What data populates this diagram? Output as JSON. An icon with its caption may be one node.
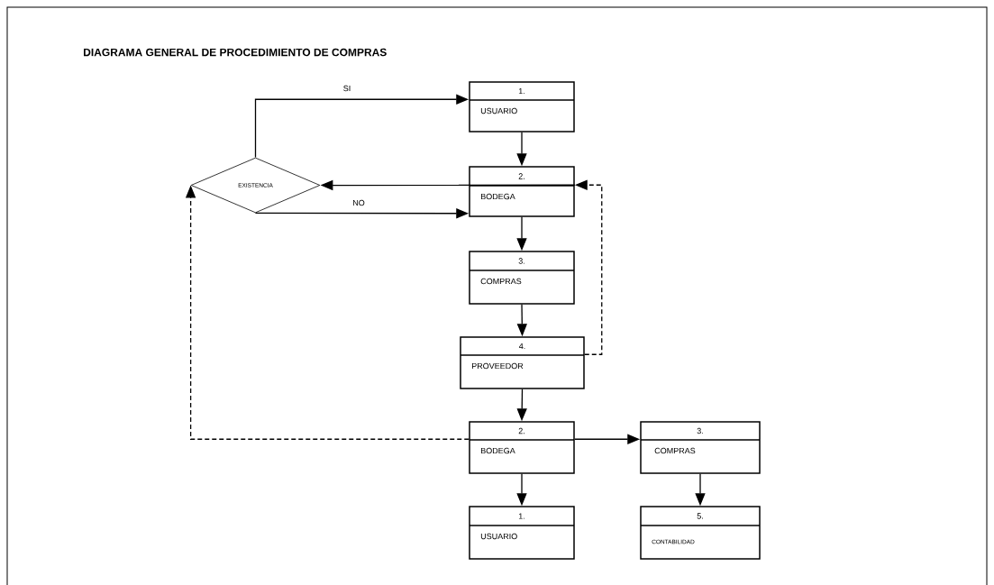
{
  "diagram": {
    "title": "DIAGRAMA GENERAL DE PROCEDIMIENTO DE COMPRAS",
    "nodes": [
      {
        "text": [
          "EXISTENCIA"
        ]
      },
      {
        "text": [
          "1.",
          "USUARIO"
        ]
      },
      {
        "text": [
          "2.",
          "BODEGA"
        ]
      },
      {
        "text": [
          "3.",
          "COMPRAS"
        ]
      },
      {
        "text": [
          "4.",
          "PROVEEDOR"
        ]
      },
      {
        "text": [
          "2.",
          "BODEGA"
        ]
      },
      {
        "text": [
          "3.",
          "COMPRAS"
        ]
      },
      {
        "text": [
          "1.",
          "USUARIO"
        ]
      },
      {
        "text": [
          "5.",
          "CONTABILIDAD"
        ]
      }
    ],
    "edges": [
      {
        "from": 0,
        "to": 1,
        "arrow": "to",
        "label": "SI"
      },
      {
        "from": 2,
        "to": 0,
        "arrow": "to"
      },
      {
        "from": 0,
        "to": 2,
        "arrow": "to",
        "label": "NO"
      },
      {
        "from": 1,
        "to": 2,
        "arrow": "to"
      },
      {
        "from": 2,
        "to": 3,
        "arrow": "to"
      },
      {
        "from": 3,
        "to": 4,
        "arrow": "to"
      },
      {
        "from": 4,
        "to": 5,
        "arrow": "to"
      },
      {
        "from": 4,
        "to": 2,
        "arrow": "to",
        "style": "dashed"
      },
      {
        "from": 5,
        "to": 0,
        "arrow": "to",
        "style": "dashed"
      },
      {
        "from": 5,
        "to": 6,
        "arrow": "to"
      },
      {
        "from": 5,
        "to": 7,
        "arrow": "to"
      },
      {
        "from": 6,
        "to": 8,
        "arrow": "to"
      }
    ]
  }
}
